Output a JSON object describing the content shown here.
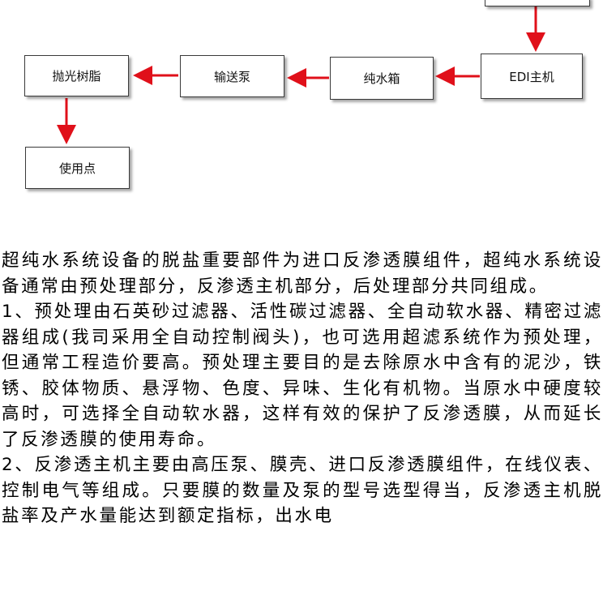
{
  "colors": {
    "arrow": "#e0101a",
    "box_border": "#3a3a3a",
    "text": "#000000"
  },
  "nodes": {
    "top_partial": "",
    "edi": "EDI主机",
    "tank": "纯水箱",
    "pump": "输送泵",
    "resin": "抛光树脂",
    "use": "使用点"
  },
  "paragraphs": [
    "超纯水系统设备的脱盐重要部件为进口反渗透膜组件，超纯水系统设备通常由预处理部分，反渗透主机部分，后处理部分共同组成。",
    "1、预处理由石英砂过滤器、活性碳过滤器、全自动软水器、精密过滤器组成(我司采用全自动控制阀头)，也可选用超滤系统作为预处理，但通常工程造价要高。预处理主要目的是去除原水中含有的泥沙，铁锈、胶体物质、悬浮物、色度、异味、生化有机物。当原水中硬度较高时，可选择全自动软水器，这样有效的保护了反渗透膜，从而延长了反渗透膜的使用寿命。",
    "2、反渗透主机主要由高压泵、膜壳、进口反渗透膜组件，在线仪表、控制电气等组成。只要膜的数量及泵的型号选型得当，反渗透主机脱盐率及产水量能达到额定指标，出水电"
  ]
}
